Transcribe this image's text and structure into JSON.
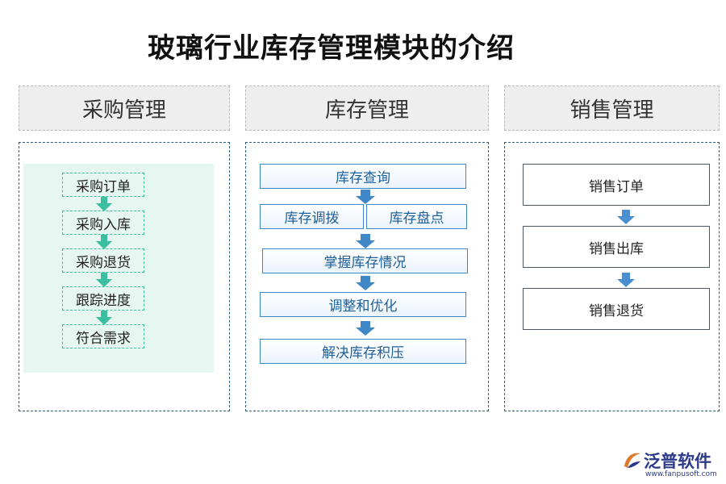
{
  "title": "玻璃行业库存管理模块的介绍",
  "columns": {
    "purchase": {
      "heading": "采购管理",
      "steps": [
        "采购订单",
        "采购入库",
        "采购退货",
        "跟踪进度",
        "符合需求"
      ]
    },
    "inventory": {
      "heading": "库存管理",
      "steps": {
        "query": "库存查询",
        "transfer": "库存调拨",
        "stocktake": "库存盘点",
        "grasp": "掌握库存情况",
        "adjust": "调整和优化",
        "resolve": "解决库存积压"
      }
    },
    "sales": {
      "heading": "销售管理",
      "steps": [
        "销售订单",
        "销售出库",
        "销售退货"
      ]
    }
  },
  "logo": {
    "name": "泛普软件",
    "url": "www.fanpusoft.com"
  },
  "colors": {
    "green_arrow": "#3bbfa0",
    "blue_arrow": "#3f87c7",
    "sales_arrow": "#4a90d0",
    "heading_bg": "#eeeeee",
    "panel_border": "#2f5f80"
  }
}
